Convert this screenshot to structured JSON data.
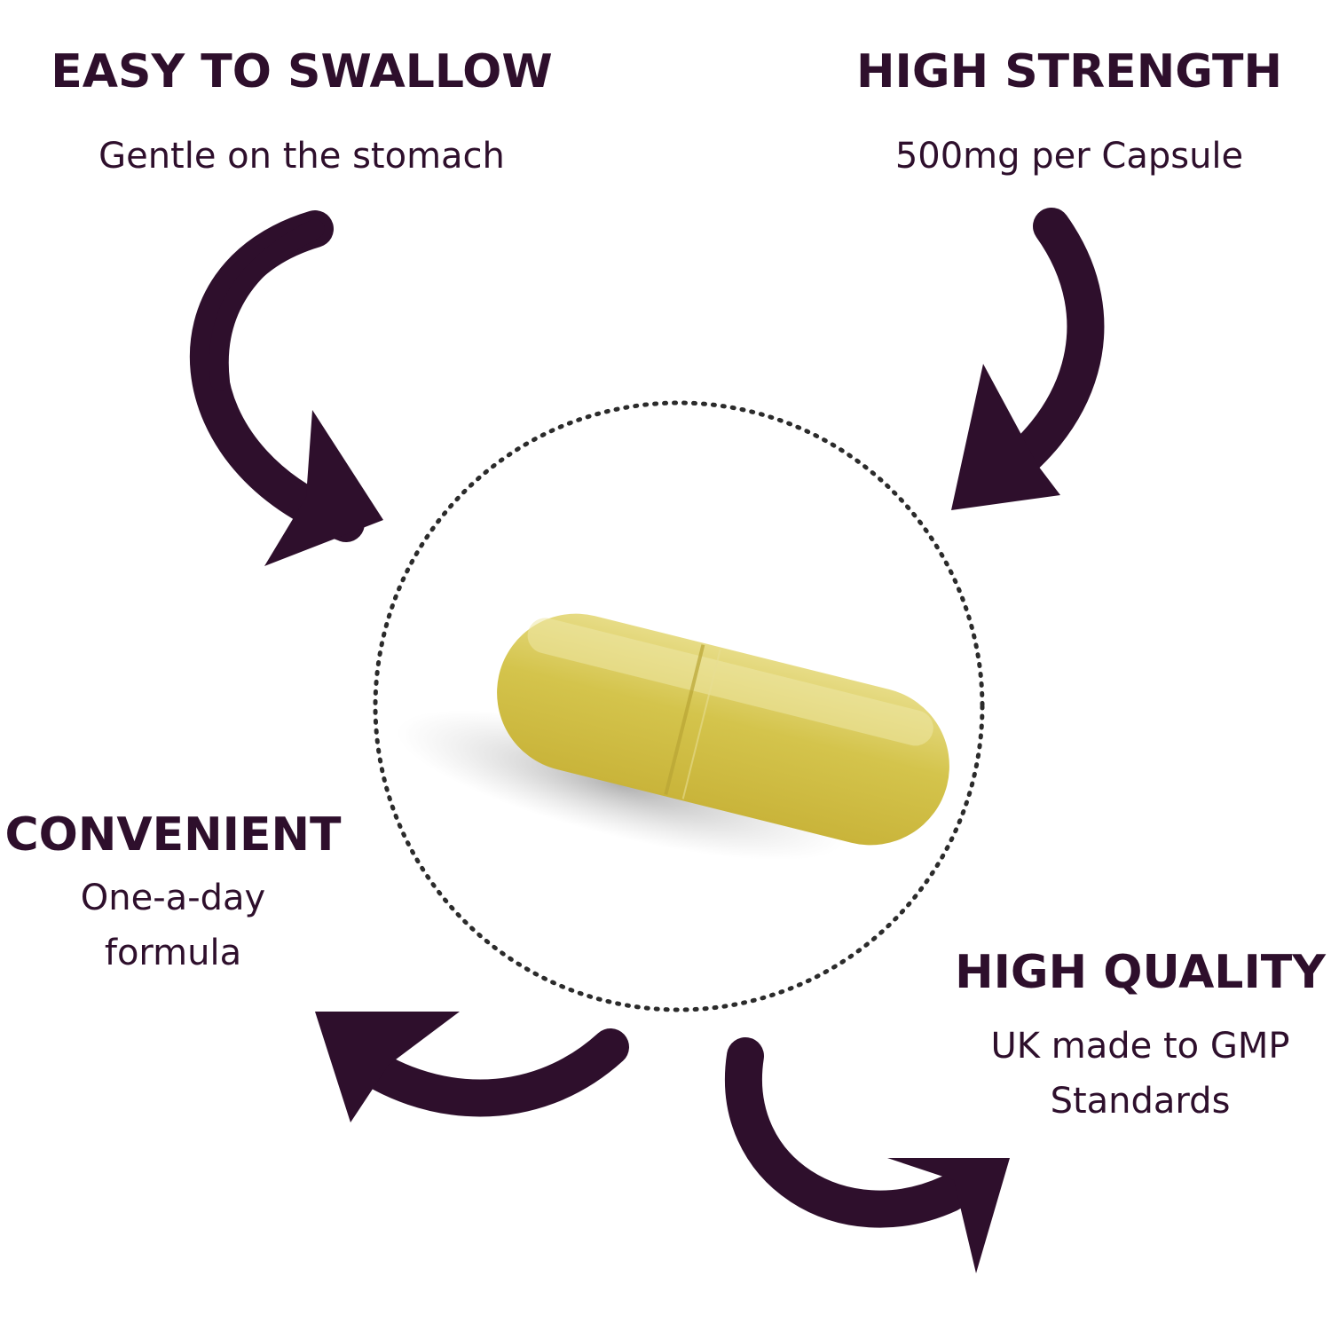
{
  "colors": {
    "accent": "#2e0f2c",
    "capsule": "#d4c34a",
    "shadow": "#b9b9b9",
    "dots": "#2b2b2b"
  },
  "features": {
    "easy_to_swallow": {
      "title": "EASY TO SWALLOW",
      "subtitle": "Gentle on the stomach"
    },
    "high_strength": {
      "title": "HIGH STRENGTH",
      "subtitle": "500mg per Capsule"
    },
    "convenient": {
      "title": "CONVENIENT",
      "subtitle_line1": "One-a-day",
      "subtitle_line2": "formula"
    },
    "high_quality": {
      "title": "HIGH QUALITY",
      "subtitle_line1": "UK made to GMP",
      "subtitle_line2": "Standards"
    }
  },
  "icons": [
    "curved-arrow-icon",
    "capsule-icon"
  ]
}
